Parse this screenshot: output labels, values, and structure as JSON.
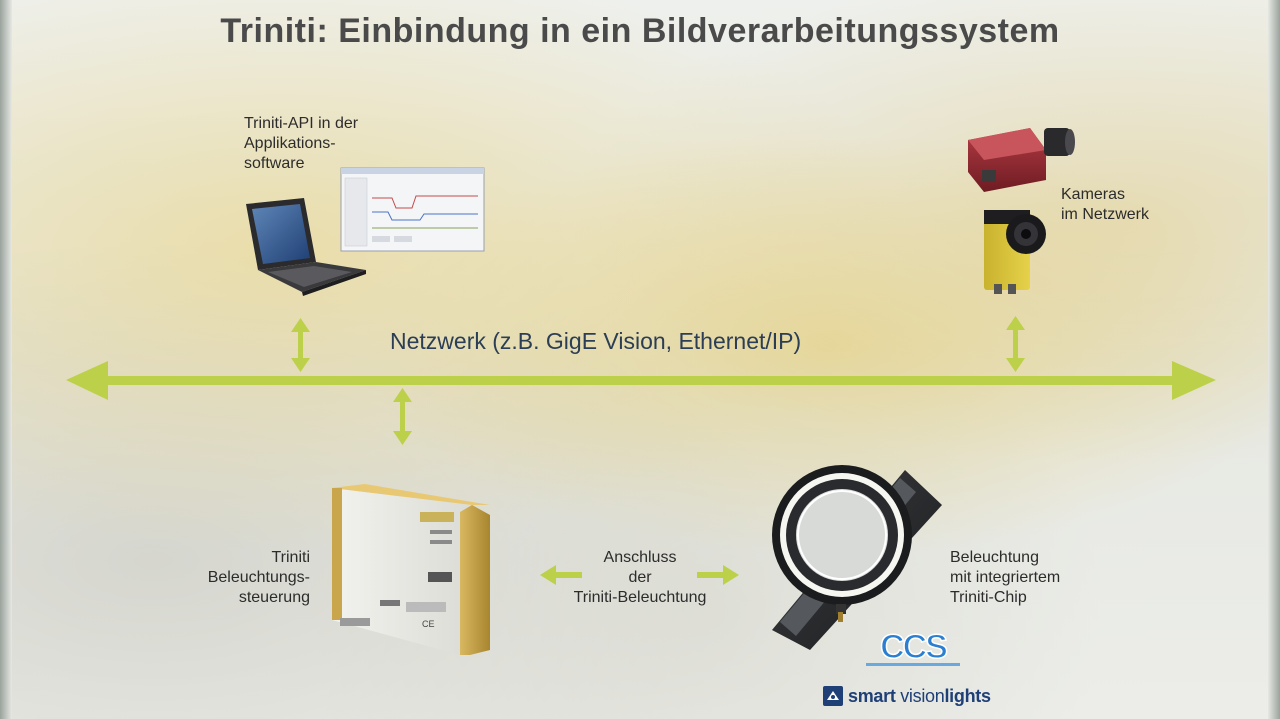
{
  "slide": {
    "title": "Triniti:  Einbindung in ein Bildverarbeitungssystem"
  },
  "labels": {
    "api": [
      "Triniti-API in der",
      "Applikations-",
      "software"
    ],
    "cameras": [
      "Kameras",
      "im Netzwerk"
    ],
    "network": "Netzwerk (z.B. GigE Vision, Ethernet/IP)",
    "controller": [
      "Triniti",
      "Beleuchtungs-",
      "steuerung"
    ],
    "connection": [
      "Anschluss",
      "der",
      "Triniti-Beleuchtung"
    ],
    "lighting": [
      "Beleuchtung",
      "mit integriertem",
      "Triniti-Chip"
    ]
  },
  "logos": {
    "ccs": "CCS",
    "svl_bold1": "smart",
    "svl_light": "vision",
    "svl_bold2": "lights"
  },
  "colors": {
    "arrow": "#bcd04a",
    "title": "#4a4a4a",
    "network_text": "#2c3e55"
  },
  "icons": {
    "laptop": "laptop-icon",
    "screenshot": "software-window-icon",
    "camera1": "industrial-camera-icon",
    "camera2": "smart-camera-icon",
    "controller": "lighting-controller-icon",
    "ringlight": "ring-light-icon"
  }
}
